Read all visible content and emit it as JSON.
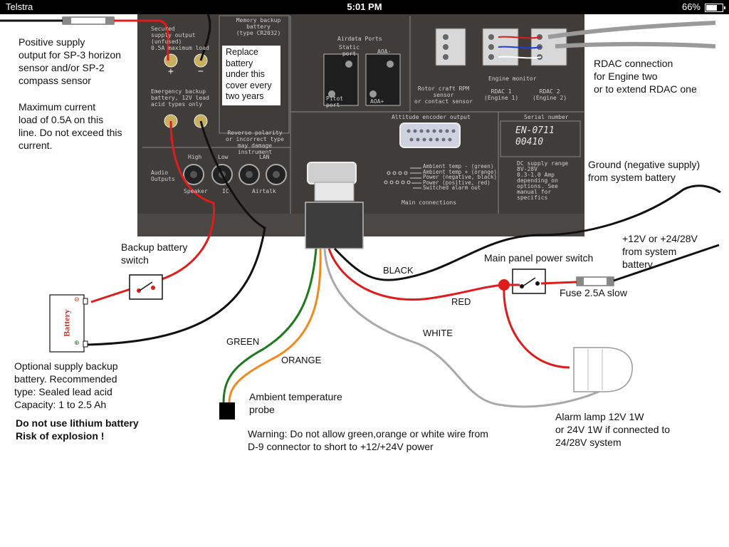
{
  "status_bar": {
    "carrier": "Telstra",
    "time": "5:01 PM",
    "battery": "66%",
    "battery_level": 0.66
  },
  "panel_labels": {
    "memory_backup": "Memory backup\nbattery\n(type CR2032)",
    "secured_supply": "Secured\nsupply output (unfused)\n0.5A maximum load",
    "emergency_backup": "Emergency backup\nbattery, 12V lead\nacid types only",
    "airdata_ports": "Airdata  Ports",
    "static_port": "Static\nport",
    "pitot_port": "Pitot\nport",
    "aoa_minus": "AOA-",
    "aoa_plus": "AOA+",
    "rpm_sensor": "Rotor craft RPM\nsensor\nor contact sensor",
    "engine_monitor": "Engine monitor",
    "rdac1": "RDAC 1\n(Engine 1)",
    "rdac2": "RDAC 2\n(Engine 2)",
    "altitude_encoder": "Altitude encoder output",
    "serial_number_label": "Serial number",
    "serial_number": "EN-0711\n00410",
    "audio_outputs": "Audio\nOutputs",
    "high": "High",
    "low": "Low",
    "lan": "LAN",
    "speaker": "Speaker",
    "ic": "IC",
    "airtalk": "Airtalk",
    "reverse_polarity": "Reverse polarity\nor incorrect type\nmay damage instrument",
    "pin_labels": "Ambient temp - (green)\nAmbient temp + (orange)\nPower (negative, black)\nPower (positive, red)\nSwitched alarm out",
    "main_connections": "Main connections",
    "dc_supply": "DC supply range\n8V-28V\n0.3-1.0 Amp\ndepending on\noptions. See\nmanual for\nspecifics"
  },
  "callouts": {
    "positive_supply": "Positive supply\noutput for SP-3 horizon\nsensor and/or SP-2\ncompass sensor",
    "max_current": "Maximum current\nload of 0.5A on this\nline. Do not exceed this\ncurrent.",
    "replace_battery": "Replace\nbattery\nunder this\ncover every\ntwo years",
    "rdac_connection": "RDAC connection\nfor Engine two\nor to extend RDAC one",
    "ground": "Ground (negative supply)\nfrom system battery",
    "supply_12v": "+12V or +24/28V\nfrom system\nbattery",
    "main_switch": "Main panel power switch",
    "fuse": "Fuse 2.5A slow",
    "backup_switch": "Backup battery\nswitch",
    "optional_battery": "Optional supply backup\nbattery. Recommended\ntype: Sealed lead acid\nCapacity: 1 to 2.5 Ah",
    "lithium_warning": "Do not use lithium battery\nRisk of explosion !",
    "ambient_probe": "Ambient temperature\nprobe",
    "short_warning": "Warning: Do not allow green,orange or white wire from\nD-9 connector to short to +12/+24V power",
    "alarm_lamp": "Alarm lamp 12V 1W\nor 24V 1W if connected to\n24/28V system"
  },
  "wire_labels": {
    "black": "BLACK",
    "red": "RED",
    "white": "WHITE",
    "green": "GREEN",
    "orange": "ORANGE"
  },
  "battery_label": "Battery",
  "battery_minus": "⊖",
  "battery_plus": "⊕",
  "terminal_plus": "+",
  "terminal_minus": "−",
  "colors": {
    "panel": "#3f3c3a",
    "red_wire": "#e01b1b",
    "black_wire": "#111111",
    "green_wire": "#1f7a1f",
    "orange_wire": "#f08a1c",
    "white_wire": "#a9a9a9",
    "grey_cable": "#9a9a9a"
  }
}
